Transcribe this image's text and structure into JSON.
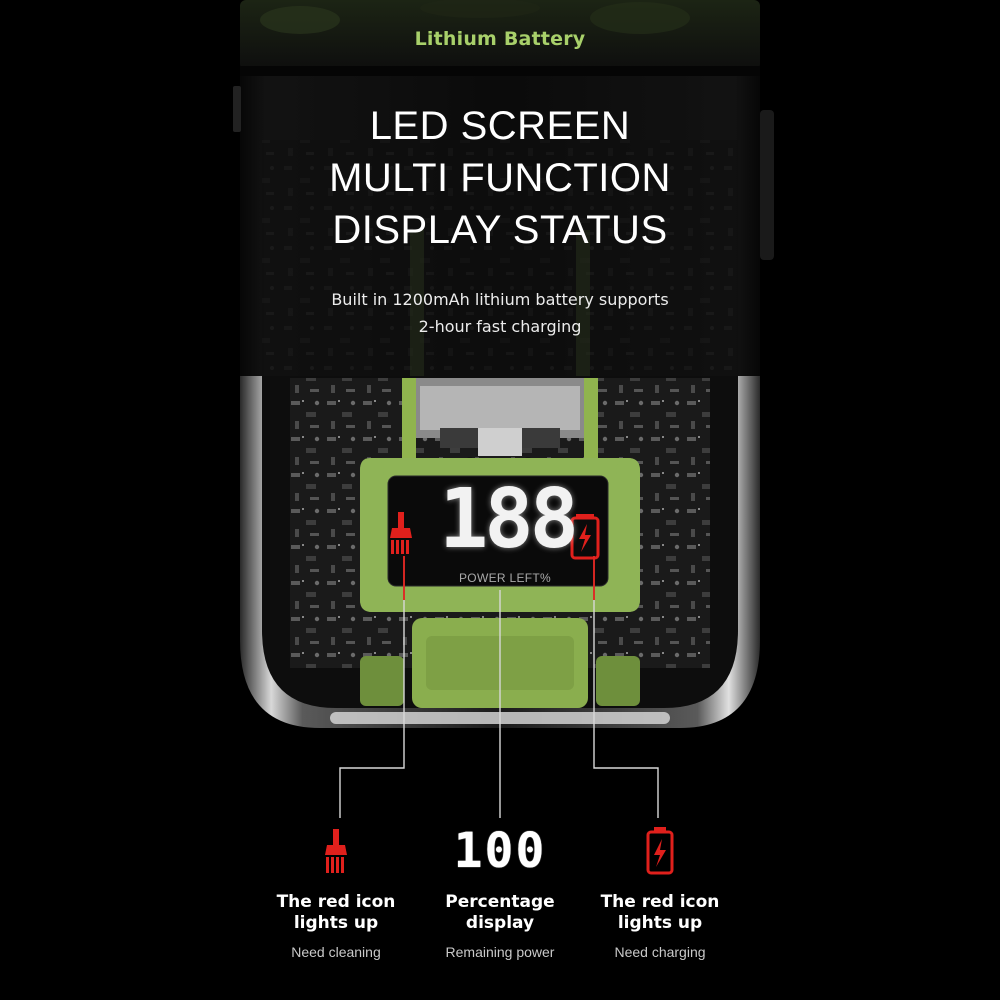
{
  "header": {
    "tag": "Lithium Battery",
    "headline": [
      "LED SCREEN",
      "MULTI FUNCTION",
      "DISPLAY STATUS"
    ],
    "subtext": [
      "Built in 1200mAh lithium battery supports",
      "2-hour fast charging"
    ]
  },
  "display": {
    "digits": "188",
    "caption": "POWER LEFT%"
  },
  "features": [
    {
      "icon": "brush-icon",
      "title": [
        "The red icon",
        "lights up"
      ],
      "desc": "Need cleaning"
    },
    {
      "icon": "digits",
      "value": "100",
      "title": [
        "Percentage",
        "display"
      ],
      "desc": "Remaining power"
    },
    {
      "icon": "battery-charging-icon",
      "title": [
        "The red icon",
        "lights up"
      ],
      "desc": "Need charging"
    }
  ],
  "colors": {
    "accent_green": "#a8d06a",
    "alert_red": "#e0201c",
    "background": "#000000"
  }
}
